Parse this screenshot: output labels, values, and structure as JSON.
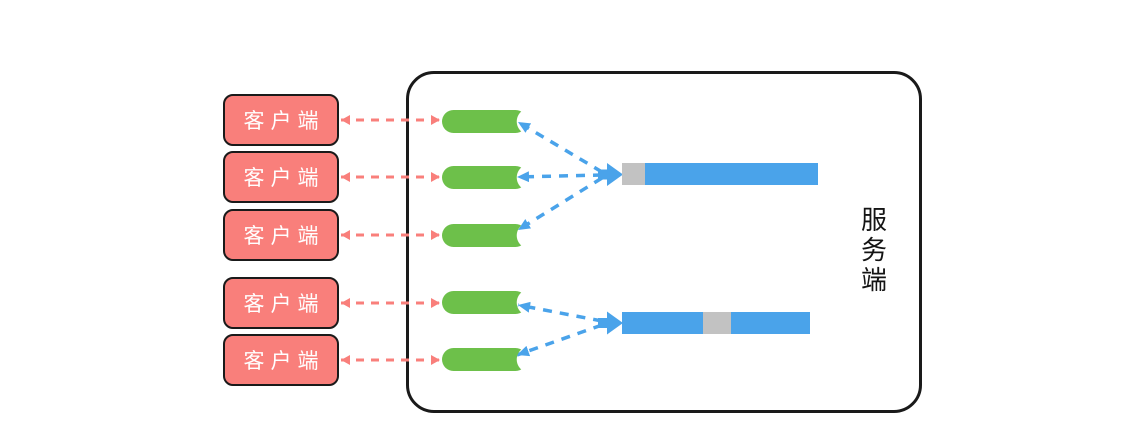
{
  "colors": {
    "ink": "#1a1a1a",
    "salmon": "#f97f7b",
    "green": "#6dc04a",
    "blue": "#4aa3ea",
    "gray": "#c2c2c2"
  },
  "clients": [
    {
      "label": "客户端"
    },
    {
      "label": "客户端"
    },
    {
      "label": "客户端"
    },
    {
      "label": "客户端"
    },
    {
      "label": "客户端"
    }
  ],
  "server": {
    "label": "服务端",
    "label_chars": [
      "服",
      "务",
      "端"
    ]
  },
  "bars": [
    {
      "segments": [
        {
          "color": "gray",
          "width": 23
        },
        {
          "color": "blue",
          "width": 173
        }
      ]
    },
    {
      "segments": [
        {
          "color": "blue",
          "width": 81
        },
        {
          "color": "gray",
          "width": 28
        },
        {
          "color": "blue",
          "width": 79
        }
      ]
    }
  ]
}
